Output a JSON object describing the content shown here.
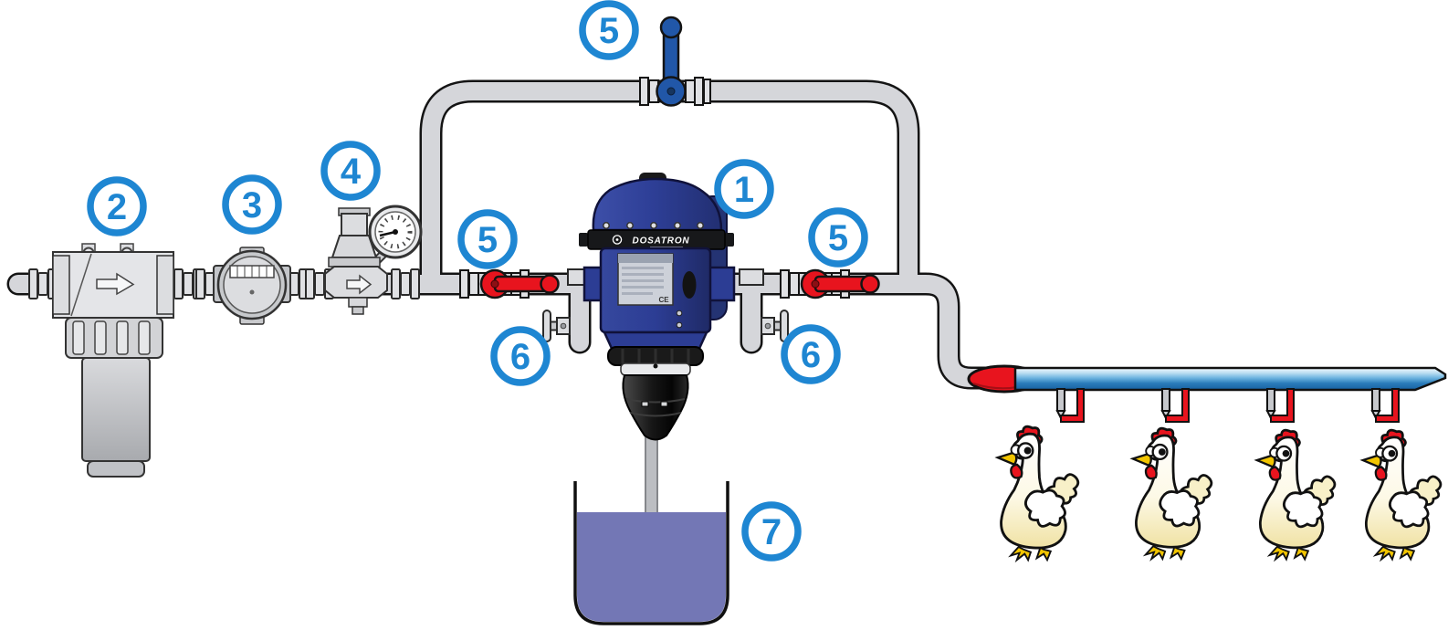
{
  "diagram": {
    "description": "Dosatron dosing pump installation schematic feeding a poultry drinking line",
    "callouts": [
      {
        "number": "5",
        "points_to": "bypass shut-off valve (top)"
      },
      {
        "number": "2",
        "points_to": "water filter"
      },
      {
        "number": "3",
        "points_to": "water meter"
      },
      {
        "number": "4",
        "points_to": "pressure regulator with gauge"
      },
      {
        "number": "5",
        "points_to": "upstream shut-off valve"
      },
      {
        "number": "1",
        "points_to": "dosing pump"
      },
      {
        "number": "5",
        "points_to": "downstream shut-off valve"
      },
      {
        "number": "6",
        "points_to": "left drain valve"
      },
      {
        "number": "6",
        "points_to": "right drain valve"
      },
      {
        "number": "7",
        "points_to": "concentrate tank"
      }
    ],
    "pump": {
      "brand": "DOSATRON",
      "ce_mark": "CE"
    },
    "counts": {
      "chickens": 4,
      "drinker_nipples": 4,
      "shut_off_valves": 3,
      "drain_valves": 2
    },
    "colors": {
      "callout_blue": "#1e86d2",
      "valve_red": "#e8141e",
      "bypass_valve_blue": "#2157a8",
      "pump_blue": "#2c3d94",
      "pipe_gray": "#d5d6da",
      "tank_liquid_purple": "#7377b5",
      "water_line_blue": "#1d6fb5",
      "chicken_cream": "#fdf8e2",
      "chicken_red": "#e8141e",
      "chicken_yellow": "#f2c500"
    }
  }
}
